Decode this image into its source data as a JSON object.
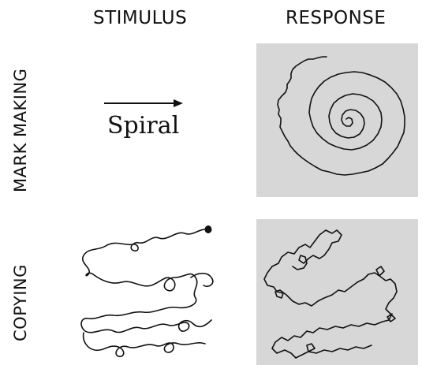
{
  "headers": {
    "stimulus": "STIMULUS",
    "response": "RESPONSE"
  },
  "rows": {
    "mark_making": "MARK MAKING",
    "copying": "COPYING"
  },
  "mark_making_stimulus": {
    "word": "Spiral",
    "arrow_icon": "right-arrow-icon"
  },
  "colors": {
    "panel_background": "#d7d7d7",
    "ink": "#111111"
  }
}
